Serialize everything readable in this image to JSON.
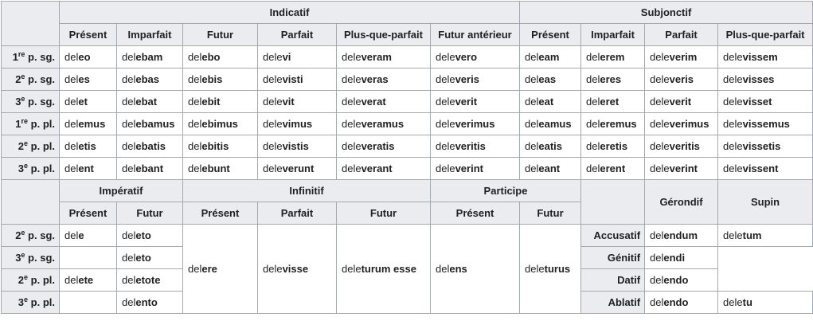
{
  "top": {
    "indicatif": "Indicatif",
    "subjonctif": "Subjonctif",
    "ind_tenses": [
      "Présent",
      "Imparfait",
      "Futur",
      "Parfait",
      "Plus-que-parfait",
      "Futur antérieur"
    ],
    "subj_tenses": [
      "Présent",
      "Imparfait",
      "Parfait",
      "Plus-que-parfait"
    ],
    "rows": [
      {
        "num": "1",
        "sup": "re",
        "suf": " p. sg.",
        "cells": [
          [
            "del",
            "eo"
          ],
          [
            "del",
            "ebam"
          ],
          [
            "del",
            "ebo"
          ],
          [
            "dele",
            "vi"
          ],
          [
            "dele",
            "veram"
          ],
          [
            "dele",
            "vero"
          ],
          [
            "del",
            "eam"
          ],
          [
            "del",
            "erem"
          ],
          [
            "dele",
            "verim"
          ],
          [
            "dele",
            "vissem"
          ]
        ]
      },
      {
        "num": "2",
        "sup": "e",
        "suf": " p. sg.",
        "cells": [
          [
            "del",
            "es"
          ],
          [
            "del",
            "ebas"
          ],
          [
            "del",
            "ebis"
          ],
          [
            "dele",
            "visti"
          ],
          [
            "dele",
            "veras"
          ],
          [
            "dele",
            "veris"
          ],
          [
            "del",
            "eas"
          ],
          [
            "del",
            "eres"
          ],
          [
            "dele",
            "veris"
          ],
          [
            "dele",
            "visses"
          ]
        ]
      },
      {
        "num": "3",
        "sup": "e",
        "suf": " p. sg.",
        "cells": [
          [
            "del",
            "et"
          ],
          [
            "del",
            "ebat"
          ],
          [
            "del",
            "ebit"
          ],
          [
            "dele",
            "vit"
          ],
          [
            "dele",
            "verat"
          ],
          [
            "dele",
            "verit"
          ],
          [
            "del",
            "eat"
          ],
          [
            "del",
            "eret"
          ],
          [
            "dele",
            "verit"
          ],
          [
            "dele",
            "visset"
          ]
        ]
      },
      {
        "num": "1",
        "sup": "re",
        "suf": " p. pl.",
        "cells": [
          [
            "del",
            "emus"
          ],
          [
            "del",
            "ebamus"
          ],
          [
            "del",
            "ebimus"
          ],
          [
            "dele",
            "vimus"
          ],
          [
            "dele",
            "veramus"
          ],
          [
            "dele",
            "verimus"
          ],
          [
            "del",
            "eamus"
          ],
          [
            "del",
            "eremus"
          ],
          [
            "dele",
            "verimus"
          ],
          [
            "dele",
            "vissemus"
          ]
        ]
      },
      {
        "num": "2",
        "sup": "e",
        "suf": " p. pl.",
        "cells": [
          [
            "del",
            "etis"
          ],
          [
            "del",
            "ebatis"
          ],
          [
            "del",
            "ebitis"
          ],
          [
            "dele",
            "vistis"
          ],
          [
            "dele",
            "veratis"
          ],
          [
            "dele",
            "veritis"
          ],
          [
            "del",
            "eatis"
          ],
          [
            "del",
            "eretis"
          ],
          [
            "dele",
            "veritis"
          ],
          [
            "dele",
            "vissetis"
          ]
        ]
      },
      {
        "num": "3",
        "sup": "e",
        "suf": " p. pl.",
        "cells": [
          [
            "del",
            "ent"
          ],
          [
            "del",
            "ebant"
          ],
          [
            "del",
            "ebunt"
          ],
          [
            "dele",
            "verunt"
          ],
          [
            "dele",
            "verant"
          ],
          [
            "dele",
            "verint"
          ],
          [
            "del",
            "eant"
          ],
          [
            "del",
            "erent"
          ],
          [
            "dele",
            "verint"
          ],
          [
            "dele",
            "vissent"
          ]
        ]
      }
    ]
  },
  "bottom": {
    "imperatif": "Impératif",
    "infinitif": "Infinitif",
    "participe": "Participe",
    "gerondif": "Gérondif",
    "supin": "Supin",
    "imp_tenses": [
      "Présent",
      "Futur"
    ],
    "inf_tenses": [
      "Présent",
      "Parfait",
      "Futur"
    ],
    "part_tenses": [
      "Présent",
      "Futur"
    ],
    "imp_rows": [
      {
        "num": "2",
        "sup": "e",
        "suf": " p. sg.",
        "pres": [
          "del",
          "e"
        ],
        "fut": [
          "del",
          "eto"
        ]
      },
      {
        "num": "3",
        "sup": "e",
        "suf": " p. sg.",
        "pres": [
          "",
          ""
        ],
        "fut": [
          "del",
          "eto"
        ]
      },
      {
        "num": "2",
        "sup": "e",
        "suf": " p. pl.",
        "pres": [
          "del",
          "ete"
        ],
        "fut": [
          "del",
          "etote"
        ]
      },
      {
        "num": "3",
        "sup": "e",
        "suf": " p. pl.",
        "pres": [
          "",
          ""
        ],
        "fut": [
          "del",
          "ento"
        ]
      }
    ],
    "infinitif_forms": {
      "present": [
        "del",
        "ere"
      ],
      "parfait": [
        "dele",
        "visse"
      ],
      "futur": [
        "dele",
        "turum esse"
      ]
    },
    "participe_forms": {
      "present": [
        "del",
        "ens"
      ],
      "futur": [
        "dele",
        "turus"
      ]
    },
    "cases": [
      {
        "label": "Accusatif",
        "ger": [
          "del",
          "endum"
        ],
        "supin": [
          "dele",
          "tum"
        ]
      },
      {
        "label": "Génitif",
        "ger": [
          "del",
          "endi"
        ]
      },
      {
        "label": "Datif",
        "ger": [
          "del",
          "endo"
        ]
      },
      {
        "label": "Ablatif",
        "ger": [
          "del",
          "endo"
        ],
        "supin": [
          "dele",
          "tu"
        ]
      }
    ]
  }
}
